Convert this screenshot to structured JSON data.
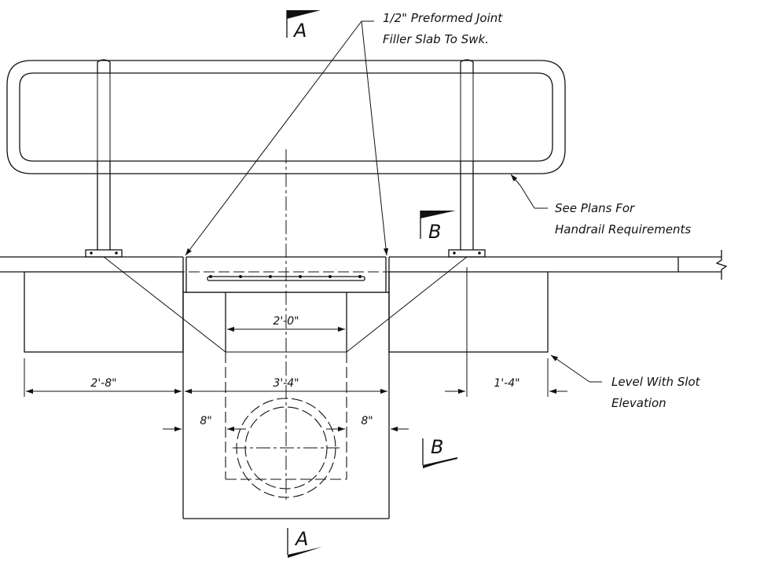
{
  "notes": {
    "joint_filler_line1": "1/2\" Preformed Joint",
    "joint_filler_line2": "Filler Slab To Swk.",
    "handrail_line1": "See Plans For",
    "handrail_line2": "Handrail Requirements",
    "level_line1": "Level With Slot",
    "level_line2": "Elevation"
  },
  "section_marks": {
    "a_top": "A",
    "a_bottom": "A",
    "b_top": "B",
    "b_bottom": "B"
  },
  "dimensions": {
    "slot_width": "2'-0\"",
    "left_offset": "2'-8\"",
    "box_width": "3'-4\"",
    "right_offset": "1'-4\"",
    "left_wall": "8\"",
    "right_wall": "8\""
  }
}
